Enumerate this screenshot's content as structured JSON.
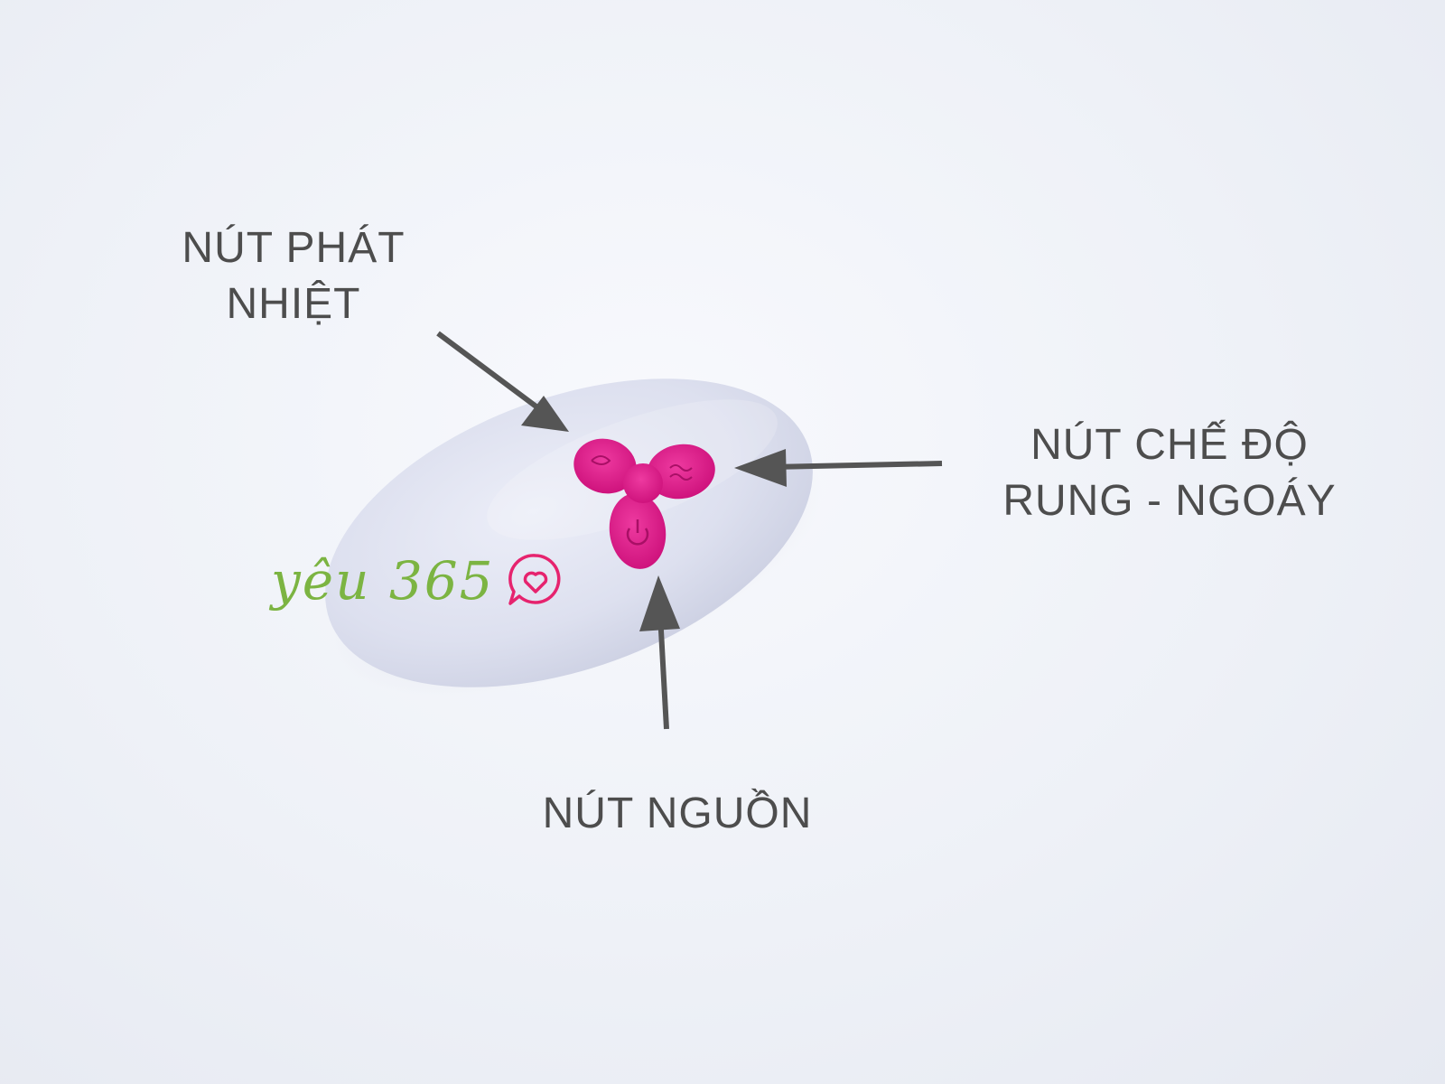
{
  "labels": {
    "heat_button": [
      "NÚT PHÁT",
      "NHIỆT"
    ],
    "mode_button": [
      "NÚT CHẾ ĐỘ",
      "RUNG - NGOÁY"
    ],
    "power_button": [
      "NÚT NGUỒN"
    ]
  },
  "watermark": {
    "text": "yêu 365",
    "icon": "heart-chat-bubble-icon"
  },
  "colors": {
    "device_body": "#dde0ef",
    "button_pad": "#e0208c",
    "arrow": "#555555",
    "label_text": "#4d4d4d",
    "brand_text": "#7cb442",
    "brand_icon": "#e6236e"
  }
}
